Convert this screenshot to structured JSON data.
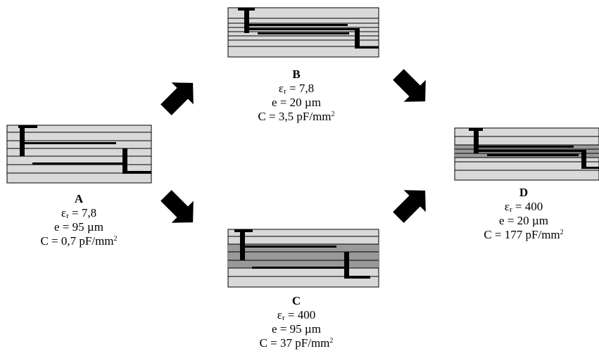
{
  "capacitors": [
    {
      "label": "A",
      "eps_symbol": "ε",
      "eps_sub": "r",
      "eps_value": "= 7,8",
      "thickness": "e = 95 µm",
      "cap_main": "C = 0,7 pF/mm",
      "cap_sup": "2",
      "dielectric_color": "#d9d9d9"
    },
    {
      "label": "B",
      "eps_symbol": "ε",
      "eps_sub": "r",
      "eps_value": "= 7,8",
      "thickness": "e = 20 µm",
      "cap_main": "C = 3,5 pF/mm",
      "cap_sup": "2",
      "dielectric_color": "#d9d9d9"
    },
    {
      "label": "C",
      "eps_symbol": "ε",
      "eps_sub": "r",
      "eps_value": "= 400",
      "thickness": "e = 95 µm",
      "cap_main": "C = 37 pF/mm",
      "cap_sup": "2",
      "dielectric_color": "#999999"
    },
    {
      "label": "D",
      "eps_symbol": "ε",
      "eps_sub": "r",
      "eps_value": "= 400",
      "thickness": "e = 20 µm",
      "cap_main": "C = 177 pF/mm",
      "cap_sup": "2",
      "dielectric_color": "#999999"
    }
  ],
  "arrows": [
    "A-to-B",
    "A-to-C",
    "B-to-D",
    "C-to-D"
  ],
  "colors": {
    "substrate": "#d9d9d9",
    "high_k": "#999999",
    "electrode": "#000000"
  }
}
